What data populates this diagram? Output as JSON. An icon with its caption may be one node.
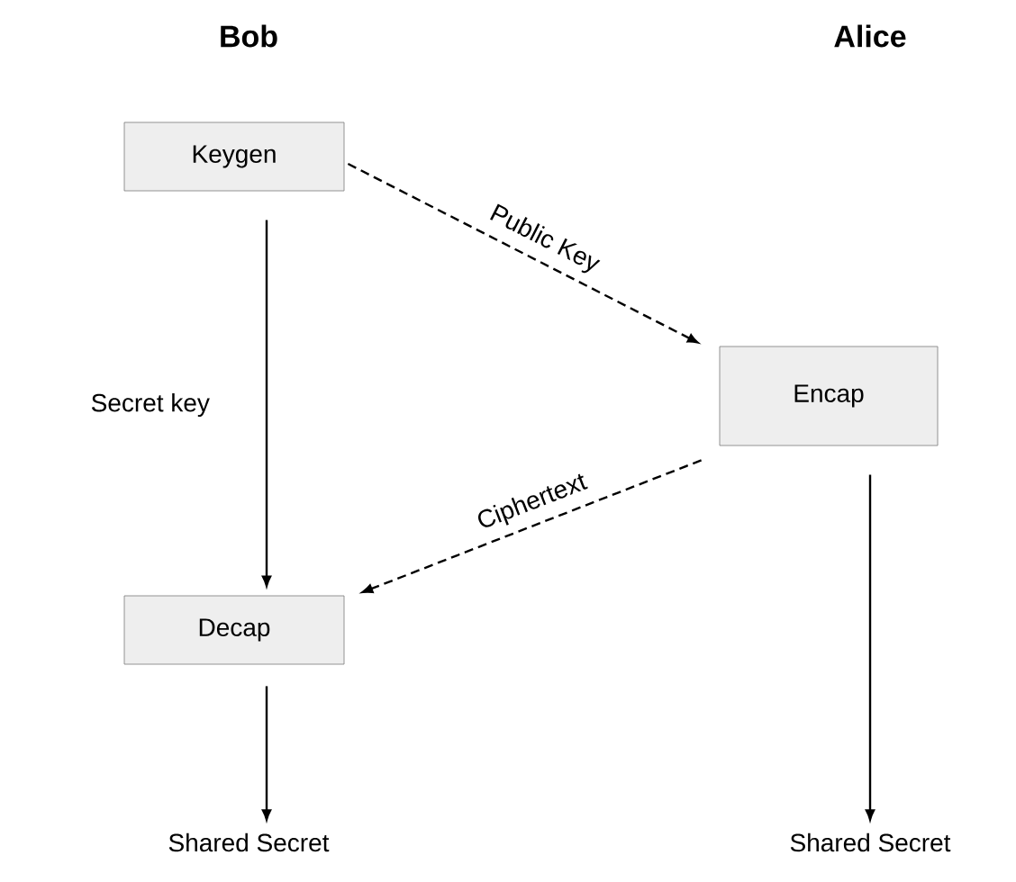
{
  "diagram": {
    "nodes": [
      {
        "text": [
          "Keygen"
        ]
      },
      {
        "text": [
          "Encap"
        ]
      },
      {
        "text": [
          "Decap"
        ]
      },
      {
        "text": [
          "Shared Secret"
        ]
      },
      {
        "text": [
          "Shared Secret"
        ]
      }
    ],
    "edges": [
      {
        "from": 0,
        "to": 2,
        "arrow": "to",
        "label": "Secret key"
      },
      {
        "from": 0,
        "to": 1,
        "arrow": "to",
        "style": "dashed",
        "label": "Public Key"
      },
      {
        "from": 1,
        "to": 2,
        "arrow": "to",
        "style": "dashed",
        "label": "Ciphertext"
      },
      {
        "from": 2,
        "to": 3,
        "arrow": "to"
      },
      {
        "from": 1,
        "to": 4,
        "arrow": "to"
      }
    ],
    "labels": [
      "Bob",
      "Alice"
    ]
  }
}
